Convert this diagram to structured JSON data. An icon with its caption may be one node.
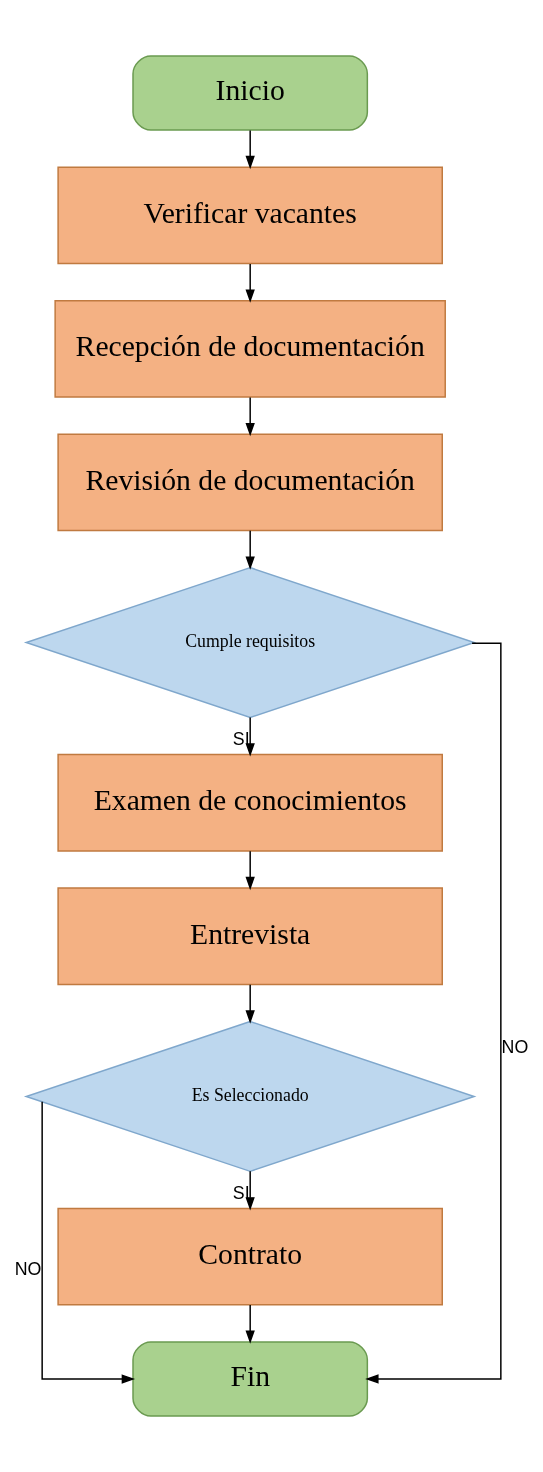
{
  "diagram": {
    "nodes": [
      {
        "text": [
          "Inicio"
        ]
      },
      {
        "text": [
          "Verificar vacantes"
        ]
      },
      {
        "text": [
          "Recepción de documentación"
        ]
      },
      {
        "text": [
          "Revisión de documentación"
        ]
      },
      {
        "text": [
          "Cumple requisitos"
        ]
      },
      {
        "text": [
          "Examen de conocimientos"
        ]
      },
      {
        "text": [
          "Entrevista"
        ]
      },
      {
        "text": [
          "Es Seleccionado"
        ]
      },
      {
        "text": [
          "Contrato"
        ]
      },
      {
        "text": [
          "Fin"
        ]
      }
    ],
    "edges": [
      {
        "from": 0,
        "to": 1,
        "arrow": "to"
      },
      {
        "from": 1,
        "to": 2,
        "arrow": "to"
      },
      {
        "from": 2,
        "to": 3,
        "arrow": "to"
      },
      {
        "from": 3,
        "to": 4,
        "arrow": "to"
      },
      {
        "from": 4,
        "to": 5,
        "arrow": "to",
        "label": "SI"
      },
      {
        "from": 5,
        "to": 6,
        "arrow": "to"
      },
      {
        "from": 6,
        "to": 7,
        "arrow": "to"
      },
      {
        "from": 7,
        "to": 8,
        "arrow": "to",
        "label": "SI"
      },
      {
        "from": 8,
        "to": 9,
        "arrow": "to"
      },
      {
        "from": 4,
        "to": 9,
        "arrow": "to",
        "label": "NO"
      },
      {
        "from": 7,
        "to": 9,
        "arrow": "to",
        "label": "NO"
      }
    ]
  }
}
